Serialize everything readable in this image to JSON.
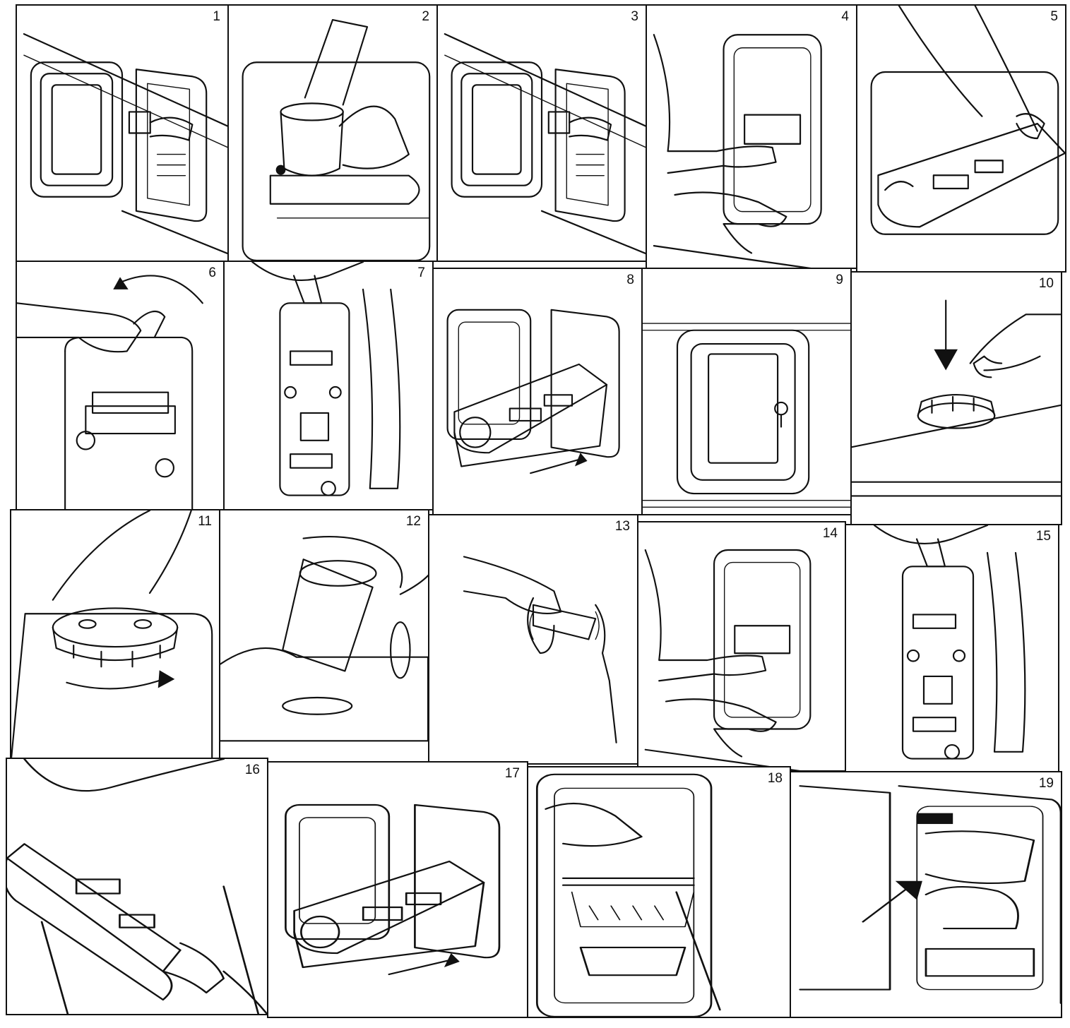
{
  "panels": [
    {
      "number": "1",
      "scene": "door-open-hose"
    },
    {
      "number": "2",
      "scene": "hose-close-up"
    },
    {
      "number": "3",
      "scene": "door-open-hose"
    },
    {
      "number": "4",
      "scene": "hands-pull-cassette"
    },
    {
      "number": "5",
      "scene": "cassette-withdrawn"
    },
    {
      "number": "6",
      "scene": "unscrew-spout"
    },
    {
      "number": "7",
      "scene": "tank-upright-emptying"
    },
    {
      "number": "8",
      "scene": "cassette-insert"
    },
    {
      "number": "9",
      "scene": "door-closed-locked"
    },
    {
      "number": "10",
      "scene": "press-cap"
    },
    {
      "number": "11",
      "scene": "turn-cap"
    },
    {
      "number": "12",
      "scene": "lift-tube"
    },
    {
      "number": "13",
      "scene": "clean-hose"
    },
    {
      "number": "14",
      "scene": "hands-pull-cassette"
    },
    {
      "number": "15",
      "scene": "tank-upright-emptying"
    },
    {
      "number": "16",
      "scene": "carry-cassette"
    },
    {
      "number": "17",
      "scene": "cassette-insert"
    },
    {
      "number": "18",
      "scene": "compartment-interior"
    },
    {
      "number": "19",
      "scene": "door-open-arrow"
    }
  ]
}
